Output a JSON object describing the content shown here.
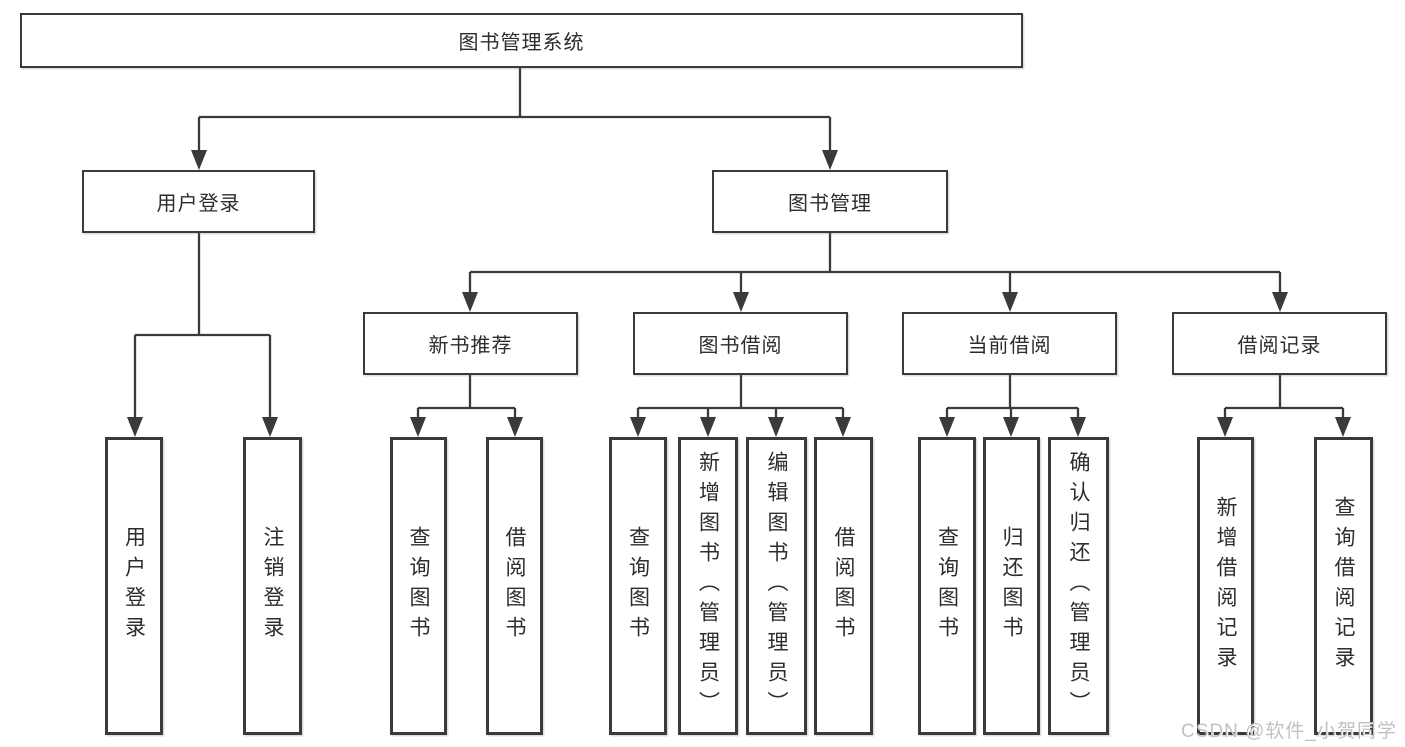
{
  "diagram": {
    "root": {
      "label": "图书管理系统"
    },
    "level2": [
      {
        "label": "用户登录"
      },
      {
        "label": "图书管理"
      }
    ],
    "level3": [
      {
        "label": "新书推荐"
      },
      {
        "label": "图书借阅"
      },
      {
        "label": "当前借阅"
      },
      {
        "label": "借阅记录"
      }
    ],
    "leaves": [
      {
        "label": "用户登录",
        "parent": "用户登录"
      },
      {
        "label": "注销登录",
        "parent": "用户登录"
      },
      {
        "label": "查询图书",
        "parent": "新书推荐"
      },
      {
        "label": "借阅图书",
        "parent": "新书推荐"
      },
      {
        "label": "查询图书",
        "parent": "图书借阅"
      },
      {
        "label": "新增图书（管理员）",
        "parent": "图书借阅"
      },
      {
        "label": "编辑图书（管理员）",
        "parent": "图书借阅"
      },
      {
        "label": "借阅图书",
        "parent": "图书借阅"
      },
      {
        "label": "查询图书",
        "parent": "当前借阅"
      },
      {
        "label": "归还图书",
        "parent": "当前借阅"
      },
      {
        "label": "确认归还（管理员）",
        "parent": "当前借阅"
      },
      {
        "label": "新增借阅记录",
        "parent": "借阅记录"
      },
      {
        "label": "查询借阅记录",
        "parent": "借阅记录"
      }
    ],
    "colors": {
      "line": "#3a3a3a",
      "border": "#3a3a3a",
      "text": "#2d2d2d",
      "watermark_text": "#c1c1c1"
    }
  },
  "watermark": "CSDN @软件_小贺同学"
}
